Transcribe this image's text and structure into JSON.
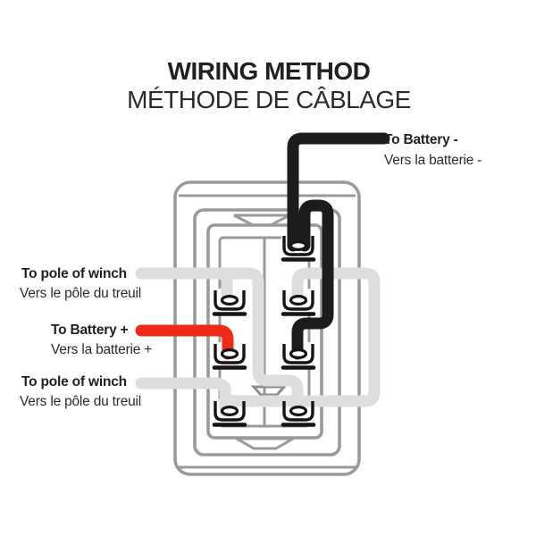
{
  "title": {
    "line1": "WIRING METHOD",
    "line2": "MÉTHODE DE CÂBLAGE"
  },
  "labels": {
    "battery_negative": {
      "primary": "To Battery -",
      "secondary": "Vers la batterie -"
    },
    "winch_pole_top": {
      "primary": "To pole of winch",
      "secondary": "Vers le pôle du treuil"
    },
    "battery_positive": {
      "primary": "To Battery +",
      "secondary": "Vers la batterie +"
    },
    "winch_pole_bottom": {
      "primary": "To pole of winch",
      "secondary": "Vers le pôle du treuil"
    }
  },
  "colors": {
    "text": "#231f20",
    "housing_outline": "#9a9a9a",
    "terminal_outline": "#141414",
    "battery_negative_wire": "#1c1c1c",
    "jumper_wire": "#1c1c1c",
    "battery_positive_wire": "#ee2a18",
    "winch_wire": "#dedede"
  },
  "diagram": {
    "device": "rocker-switch-rear-view",
    "terminal_count": 7,
    "wires": [
      {
        "name": "battery-negative",
        "color": "#1c1c1c",
        "connects": "To Battery - label → top right terminal"
      },
      {
        "name": "jumper",
        "color": "#1c1c1c",
        "connects": "top right terminal → middle right terminal"
      },
      {
        "name": "battery-positive",
        "color": "#ee2a18",
        "connects": "To Battery + label → middle left terminal"
      },
      {
        "name": "winch-pole-top",
        "color": "#dedede",
        "connects": "To pole of winch (top) label → upper left terminal and lower right terminal"
      },
      {
        "name": "winch-pole-bottom",
        "color": "#dedede",
        "connects": "To pole of winch (bottom) label → lower left terminal and upper right terminal (loop around right side)"
      }
    ]
  }
}
